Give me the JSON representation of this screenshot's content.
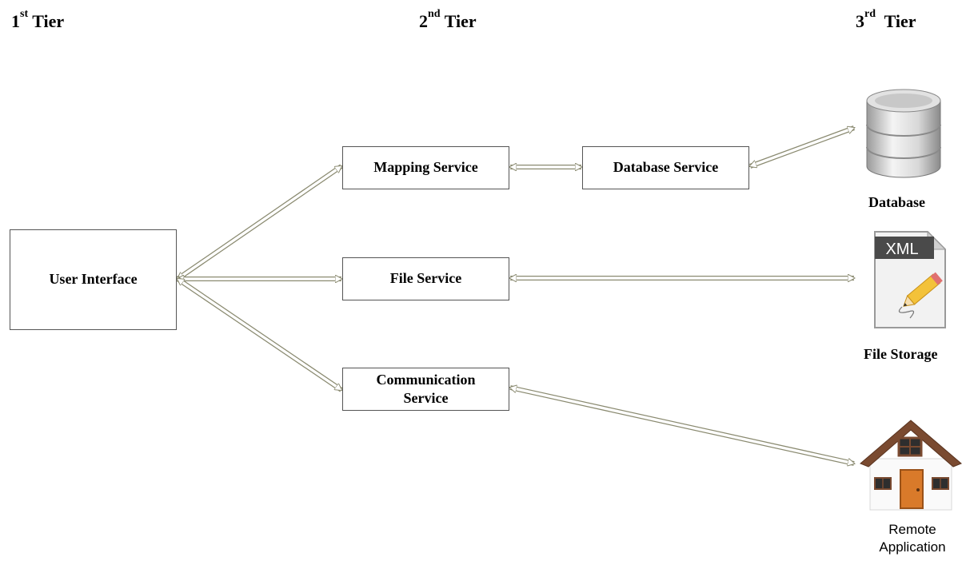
{
  "tiers": {
    "first": {
      "num": "1",
      "sup": "st",
      "word": "Tier"
    },
    "second": {
      "num": "2",
      "sup": "nd",
      "word": "Tier"
    },
    "third": {
      "num": "3",
      "sup": "rd",
      "word": "Tier"
    }
  },
  "boxes": {
    "user_interface": "User Interface",
    "mapping_service": "Mapping Service",
    "database_service": "Database Service",
    "file_service": "File Service",
    "communication_service_line1": "Communication",
    "communication_service_line2": "Service"
  },
  "resources": {
    "database": {
      "label": "Database",
      "icon": "database-cylinder-icon"
    },
    "file_storage": {
      "label": "File Storage",
      "icon": "xml-file-icon",
      "badge": "XML"
    },
    "remote_application": {
      "label_line1": "Remote",
      "label_line2": "Application",
      "icon": "house-icon"
    }
  },
  "colors": {
    "arrow_fill": "#ffffff",
    "arrow_stroke": "#9a9a80",
    "box_border": "#555555"
  }
}
